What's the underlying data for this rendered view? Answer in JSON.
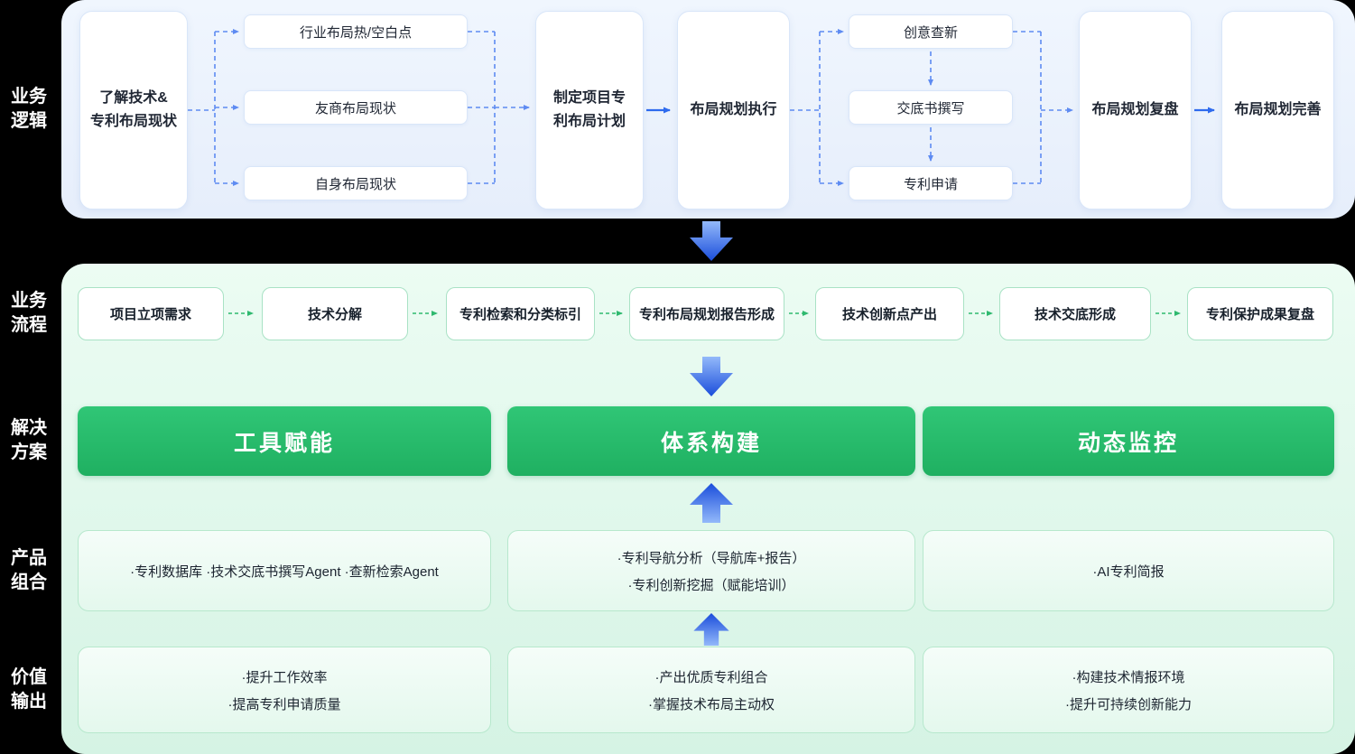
{
  "side_labels": {
    "logic": "业务逻辑",
    "process": "业务流程",
    "solution": "解决方案",
    "product": "产品组合",
    "value": "价值输出"
  },
  "logic": {
    "start": "了解技术&\n专利布局现状",
    "left_branches": [
      "行业布局热/空白点",
      "友商布局现状",
      "自身布局现状"
    ],
    "plan": "制定项目专\n利布局计划",
    "execute": "布局规划执行",
    "right_branches": [
      "创意查新",
      "交底书撰写",
      "专利申请"
    ],
    "review": "布局规划复盘",
    "improve": "布局规划完善"
  },
  "process_steps": [
    "项目立项需求",
    "技术分解",
    "专利检索和分类标引",
    "专利布局规划报告形成",
    "技术创新点产出",
    "技术交底形成",
    "专利保护成果复盘"
  ],
  "solutions": [
    "工具赋能",
    "体系构建",
    "动态监控"
  ],
  "products": [
    {
      "lines": [
        "·专利数据库 ·技术交底书撰写Agent ·查新检索Agent"
      ]
    },
    {
      "lines": [
        "·专利导航分析（导航库+报告）",
        "·专利创新挖掘（赋能培训）"
      ]
    },
    {
      "lines": [
        "·AI专利简报"
      ]
    }
  ],
  "values": [
    {
      "lines": [
        "·提升工作效率",
        "·提高专利申请质量"
      ]
    },
    {
      "lines": [
        "·产出优质专利组合",
        "·掌握技术布局主动权"
      ]
    },
    {
      "lines": [
        "·构建技术情报环境",
        "·提升可持续创新能力"
      ]
    }
  ],
  "colors": {
    "background": "#000000",
    "logic_panel": "#edf4fd",
    "flow_panel": "#e3f9ed",
    "solution_green": "#27be6c",
    "arrow_blue": "#2e6bee",
    "dashed_blue": "#5e8bf2",
    "dashed_green": "#2fb96f"
  }
}
